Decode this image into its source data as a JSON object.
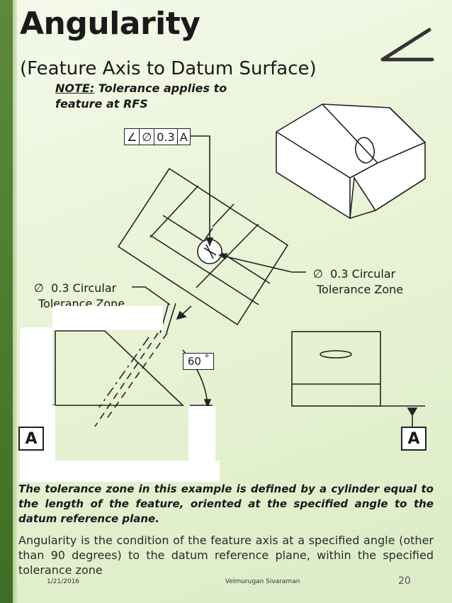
{
  "slide": {
    "title": "Angularity",
    "subtitle": "(Feature Axis to Datum Surface)",
    "note_label": "NOTE:",
    "note_text": " Tolerance applies to feature at RFS"
  },
  "figure": {
    "fcf": {
      "symbol": "∠",
      "diameter": "∅",
      "tolerance": "0.3",
      "datum": "A"
    },
    "label_left_symbol": "∅",
    "label_left_line1": "0.3 Circular",
    "label_left_line2": "Tolerance Zone",
    "label_right_symbol": "∅",
    "label_right_line1": "0.3 Circular",
    "label_right_line2": "Tolerance Zone",
    "angle_value": "60",
    "angle_unit": "°",
    "datum_left": "A",
    "datum_right": "A"
  },
  "caption": "The tolerance zone in this example is defined by a cylinder equal to the length of the feature, oriented at the specified angle to the datum reference plane.",
  "body": "Angularity is the condition of the feature axis at a specified angle (other than 90 degrees) to the datum reference plane, within the specified tolerance zone",
  "footer": {
    "date": "1/21/2016",
    "author": "Velmurugan Sivaraman",
    "page": "20"
  }
}
